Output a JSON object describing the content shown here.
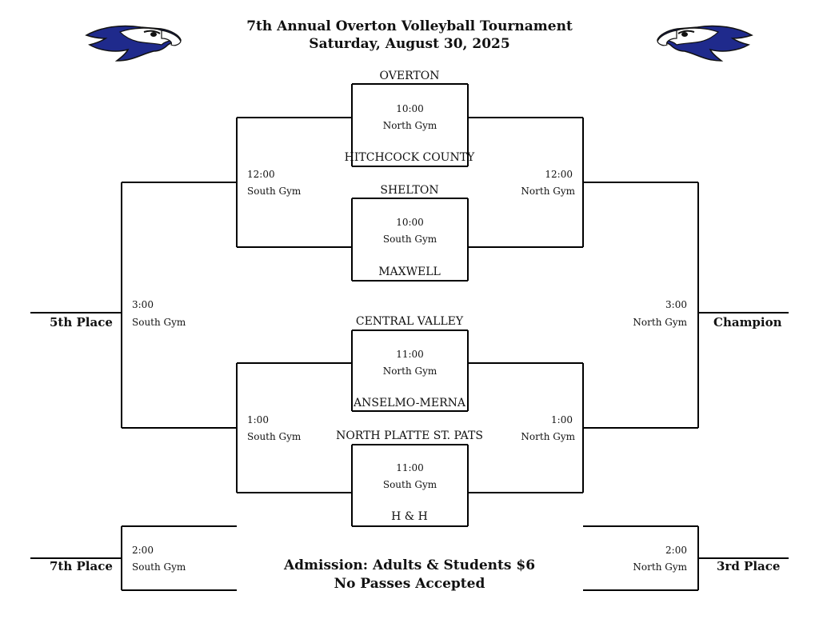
{
  "header": {
    "title_line1": "7th Annual Overton Volleyball Tournament",
    "title_line2": "Saturday, August 30, 2025"
  },
  "logos": {
    "left": "eagle-logo",
    "right": "eagle-logo",
    "colors": {
      "blue": "#1f2a8c",
      "white": "#ffffff",
      "black": "#111111"
    }
  },
  "teams": {
    "t1": "OVERTON",
    "t2": "HITCHCOCK COUNTY",
    "t3": "SHELTON",
    "t4": "MAXWELL",
    "t5": "CENTRAL VALLEY",
    "t6": "ANSELMO-MERNA",
    "t7": "NORTH PLATTE ST. PATS",
    "t8": "H & H"
  },
  "games": {
    "g1": {
      "time": "10:00",
      "gym": "North Gym"
    },
    "g2": {
      "time": "10:00",
      "gym": "South Gym"
    },
    "g3": {
      "time": "11:00",
      "gym": "North Gym"
    },
    "g4": {
      "time": "11:00",
      "gym": "South Gym"
    },
    "l_semi_top": {
      "time": "12:00",
      "gym": "South Gym"
    },
    "r_semi_top": {
      "time": "12:00",
      "gym": "North Gym"
    },
    "l_semi_bot": {
      "time": "1:00",
      "gym": "South Gym"
    },
    "r_semi_bot": {
      "time": "1:00",
      "gym": "North Gym"
    },
    "l_final": {
      "time": "3:00",
      "gym": "South Gym"
    },
    "r_final": {
      "time": "3:00",
      "gym": "North Gym"
    },
    "l_seventh": {
      "time": "2:00",
      "gym": "South Gym"
    },
    "r_third": {
      "time": "2:00",
      "gym": "North Gym"
    }
  },
  "places": {
    "fifth": "5th Place",
    "champion": "Champion",
    "seventh": "7th Place",
    "third": "3rd Place"
  },
  "admission": {
    "line1": "Admission: Adults & Students $6",
    "line2": "No Passes Accepted"
  }
}
